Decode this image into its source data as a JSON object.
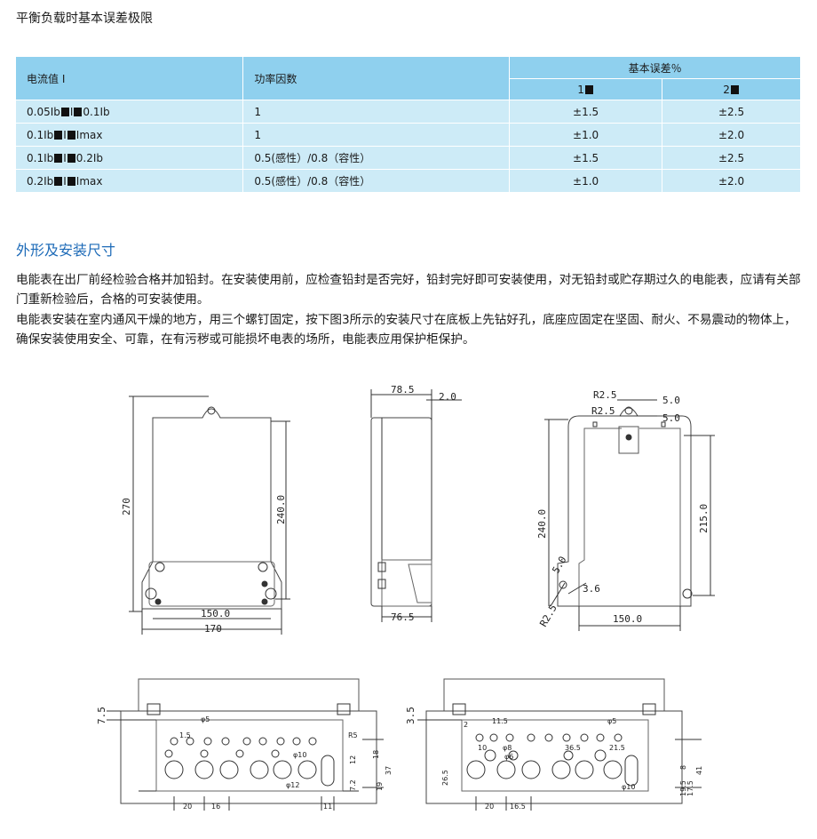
{
  "title": "平衡负载时基本误差极限",
  "table": {
    "header": {
      "current": "电流值 I",
      "power_factor": "功率因数",
      "error_group": "基本误差％",
      "class1": "1",
      "class2": "2"
    },
    "rows": [
      {
        "cur_a": "0.05Ib",
        "cur_b": "I",
        "cur_c": "0.1Ib",
        "pf": "1",
        "e1": "±1.5",
        "e2": "±2.5"
      },
      {
        "cur_a": "0.1Ib",
        "cur_b": "I",
        "cur_c": "Imax",
        "pf": "1",
        "e1": "±1.0",
        "e2": "±2.0"
      },
      {
        "cur_a": "0.1Ib",
        "cur_b": "I",
        "cur_c": "0.2Ib",
        "pf": "0.5(感性）/0.8（容性）",
        "e1": "±1.5",
        "e2": "±2.5"
      },
      {
        "cur_a": "0.2Ib",
        "cur_b": "I",
        "cur_c": "Imax",
        "pf": "0.5(感性）/0.8（容性）",
        "e1": "±1.0",
        "e2": "±2.0"
      }
    ]
  },
  "section_title": "外形及安装尺寸",
  "paragraphs": {
    "p1": "电能表在出厂前经检验合格并加铅封。在安装使用前，应检查铅封是否完好，铅封完好即可安装使用，对无铅封或贮存期过久的电能表，应请有关部门重新检验后，合格的可安装使用。",
    "p2": "电能表安装在室内通风干燥的地方，用三个螺钉固定，按下图3所示的安装尺寸在底板上先钻好孔，底座应固定在坚固、耐火、不易震动的物体上，确保安装使用安全、可靠，在有污秽或可能损坏电表的场所，电能表应用保护柜保护。"
  },
  "drawings": {
    "front": {
      "height_total": "270",
      "height_body": "240.0",
      "width_inner": "150.0",
      "width_total": "170"
    },
    "side": {
      "depth": "78.5",
      "offset": "2.0",
      "depth_base": "76.5"
    },
    "back": {
      "r_top1": "R2.5",
      "d_top1": "5.0",
      "r_top2": "R2.5",
      "d_top2": "5.0",
      "height_left": "240.0",
      "height_right": "215.0",
      "d_side": "5.0",
      "d_side2": "3.6",
      "r_bottom": "R2.5",
      "width": "150.0"
    },
    "terminal_left": {
      "d7_5": "7.5",
      "phi5": "φ5",
      "d1_5": "1.5",
      "phi10": "φ10",
      "r5": "R5",
      "d12": "12",
      "d18": "18",
      "d37": "37",
      "d7_2": "7.2",
      "d19": "19",
      "phi12": "φ12",
      "d20": "20",
      "d16": "16",
      "d11": "11"
    },
    "terminal_right": {
      "d3_5": "3.5",
      "d11_5": "11.5",
      "d2": "2",
      "phi5": "φ5",
      "d10": "10",
      "phi8": "φ8",
      "phi6": "φ6",
      "d36_5": "36.5",
      "d21_5": "21.5",
      "phi10": "φ10",
      "d8": "8",
      "d41": "41",
      "d26_5": "26.5",
      "d19_5": "19.5",
      "d17_5": "17.5",
      "d20": "20",
      "d16_5": "16.5"
    }
  }
}
